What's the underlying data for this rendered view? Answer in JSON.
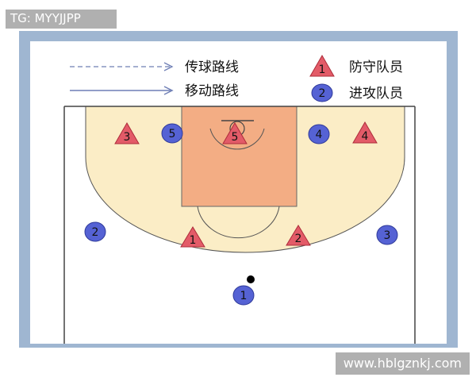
{
  "watermark_top": "TG: MYYJJPP",
  "watermark_bottom": "www.hblgznkj.com",
  "legend": {
    "pass_route": "传球路线",
    "move_route": "移动路线",
    "defender": "防守队员",
    "attacker": "进攻队员",
    "defender_sample": "1",
    "attacker_sample": "2"
  },
  "colors": {
    "frame": "#9fb6d1",
    "key_area": "#f5c79f",
    "paint": "#f3ad84",
    "court_line": "#555555",
    "defender_fill": "#e35b68",
    "attacker_fill": "#5562d4",
    "route_line": "#6f7fb5"
  },
  "defenders": [
    "3",
    "5",
    "4",
    "1",
    "2"
  ],
  "attackers": [
    "5",
    "4",
    "2",
    "3",
    "1"
  ]
}
